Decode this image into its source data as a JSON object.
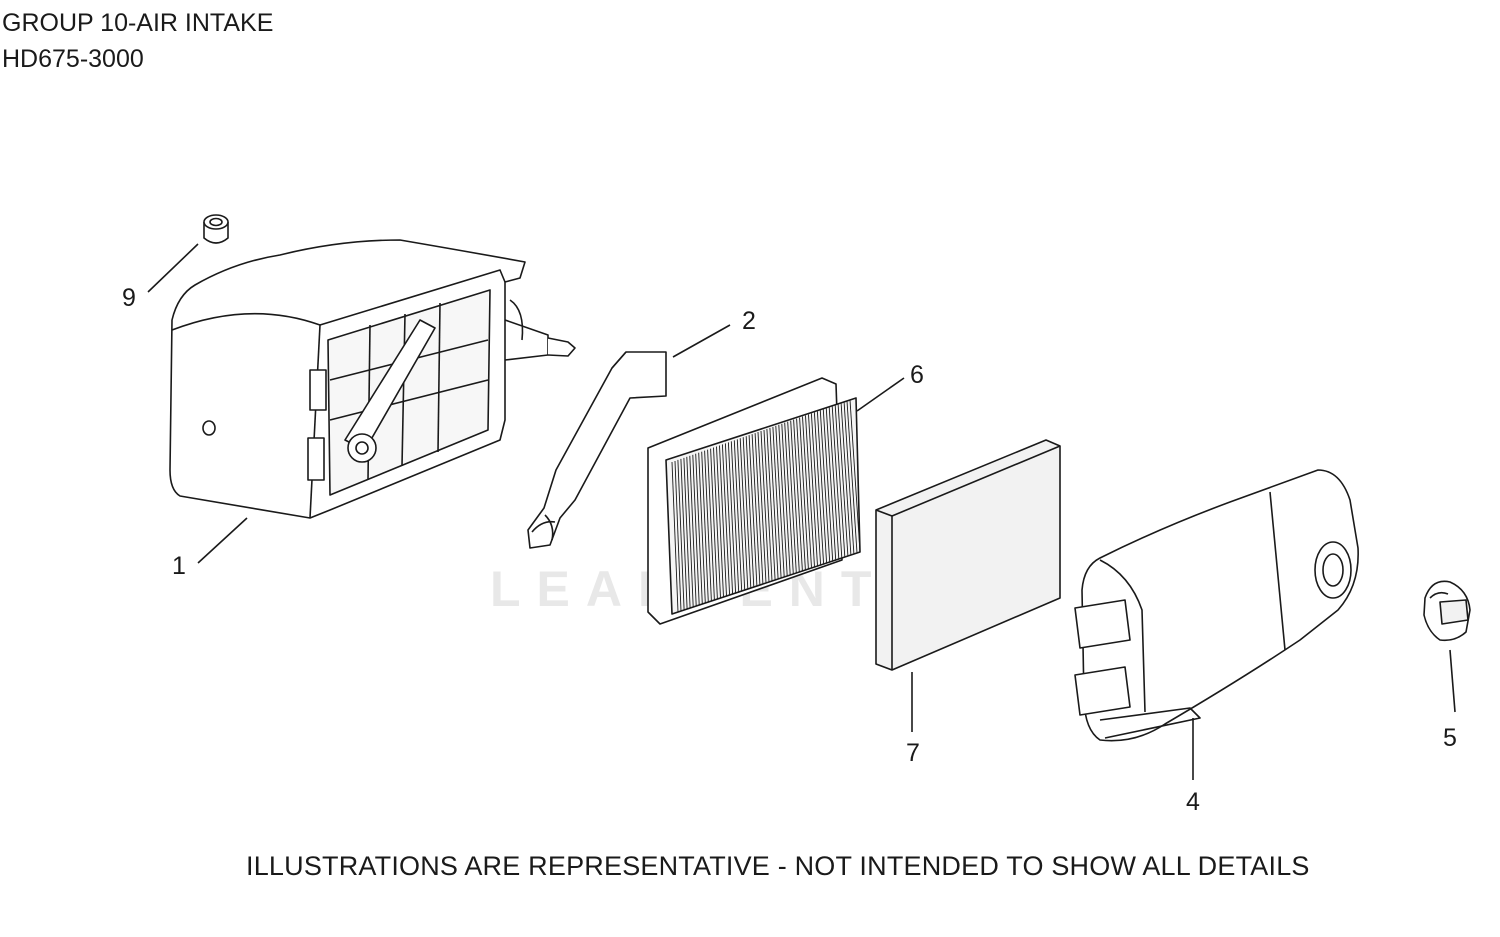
{
  "header": {
    "group_title": "GROUP 10-AIR INTAKE",
    "model": "HD675-3000"
  },
  "watermark": "LEADVENTURE",
  "callouts": {
    "c1": "1",
    "c2": "2",
    "c4": "4",
    "c5": "5",
    "c6": "6",
    "c7": "7",
    "c9": "9"
  },
  "footer": "ILLUSTRATIONS ARE REPRESENTATIVE - NOT INTENDED TO SHOW ALL DETAILS",
  "colors": {
    "line": "#1a1a1a",
    "fill": "#ffffff",
    "shade": "#f2f2f2",
    "watermark": "#e8e8e8"
  }
}
